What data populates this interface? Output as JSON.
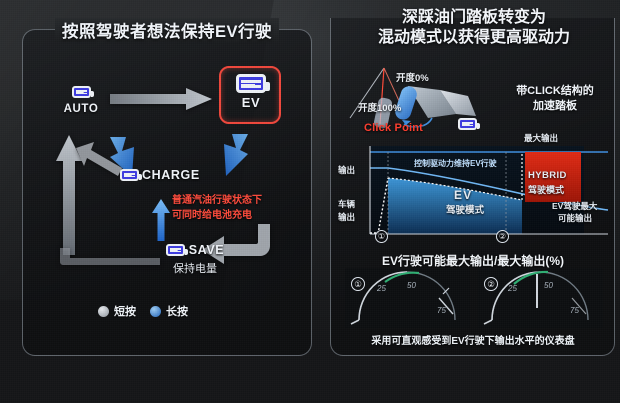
{
  "left": {
    "title": "按照驾驶者想法保持EV行驶",
    "nodes": {
      "auto": "AUTO",
      "ev": "EV",
      "charge": "CHARGE",
      "save": "SAVE",
      "save_sub": "保持电量"
    },
    "note_red": "普通汽油行驶状态下\n可同时给电池充电",
    "legend": [
      {
        "label": "短按",
        "color": "#b9bfc6"
      },
      {
        "label": "长按",
        "color": "#3f86d8"
      }
    ]
  },
  "right": {
    "title_line1": "深踩油门踏板转变为",
    "title_line2": "混动模式以获得更高驱动力",
    "pedal": {
      "opening_0": "开度0%",
      "opening_100": "开度100%",
      "click_point": "Click Point",
      "caption_line1": "带CLICK结构的",
      "caption_line2": "加速踏板"
    },
    "gauge_title": "EV行驶可能最大输出/最大输出(%)",
    "bottom_caption": "采用可直观感受到EV行驶下输出水平的仪表盘",
    "gauges": [
      {
        "index": "①",
        "ticks": [
          "25",
          "50",
          "75"
        ],
        "value": 50
      },
      {
        "index": "②",
        "ticks": [
          "25",
          "50",
          "75"
        ],
        "value": 40
      }
    ]
  },
  "chart_data": {
    "type": "area",
    "title": "EV行驶可能最大输出/最大输出(%)",
    "xlabel": "",
    "ylabel": "输出",
    "axis_labels": {
      "max_output": "最大输出",
      "output": "输出",
      "vehicle_output_line1": "车辆",
      "vehicle_output_line2": "输出",
      "ev_max_line1": "EV驾驶最大",
      "ev_max_line2": "可能输出"
    },
    "annotations": {
      "control": "控制驱动力维持EV行驶",
      "ev_mode_line1": "EV",
      "ev_mode_line2": "驾驶模式",
      "hybrid_mode_line1": "HYBRID",
      "hybrid_mode_line2": "驾驶模式",
      "marker1": "①",
      "marker2": "②"
    },
    "series": [
      {
        "name": "最大输出",
        "values": [
          100,
          100,
          100,
          100,
          100,
          100,
          100,
          100,
          100
        ]
      },
      {
        "name": "EV驾驶最大可能输出",
        "values": [
          78,
          78,
          72,
          66,
          60,
          54,
          48,
          42,
          38
        ]
      },
      {
        "name": "车辆输出(EV区域)",
        "values": [
          0,
          62,
          58,
          54,
          50,
          46,
          42,
          0,
          0
        ]
      }
    ],
    "regions": [
      {
        "name": "EV驾驶模式",
        "color": "#1f6fbe",
        "x_from": 0.14,
        "x_to": 0.66
      },
      {
        "name": "HYBRID驾驶模式",
        "color": "#cf2418",
        "x_from": 0.66,
        "x_to": 0.92
      }
    ],
    "ylim": [
      0,
      100
    ],
    "grid": false,
    "legend_position": "none"
  }
}
